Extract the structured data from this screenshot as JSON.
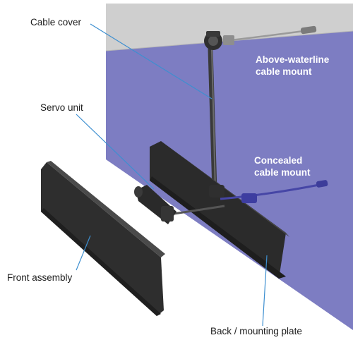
{
  "labels": {
    "cable_cover": "Cable cover",
    "servo_unit": "Servo unit",
    "front_assembly": "Front assembly",
    "back_plate": "Back / mounting plate",
    "above_waterline": [
      "Above-waterline",
      "cable mount"
    ],
    "concealed": [
      "Concealed",
      "cable mount"
    ]
  },
  "colors": {
    "wall_upper": "#cfcfcf",
    "hull": "#7d7dc2",
    "part_dark": "#2f2f2f",
    "cable_blue": "#4646a6",
    "leader_line": "#3d8fd0"
  }
}
